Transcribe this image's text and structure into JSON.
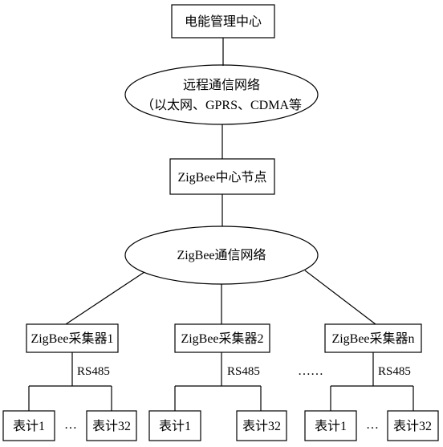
{
  "top": {
    "center_label": "电能管理中心"
  },
  "remote_network": {
    "line1": "远程通信网络",
    "line2": "（以太网、GPRS、CDMA等"
  },
  "zigbee_center": {
    "label": "ZigBee中心节点"
  },
  "zigbee_network": {
    "label": "ZigBee通信网络"
  },
  "collectors": [
    {
      "label": "ZigBee采集器1",
      "bus": "RS485",
      "meter_first": "表计1",
      "meter_last": "表计32",
      "ellipsis": "…"
    },
    {
      "label": "ZigBee采集器2",
      "bus": "RS485",
      "meter_first": "表计1",
      "meter_last": "表计32",
      "ellipsis": ""
    },
    {
      "label": "ZigBee采集器n",
      "bus": "RS485",
      "meter_first": "表计1",
      "meter_last": "表计32",
      "ellipsis": "…"
    }
  ],
  "between_collectors_ellipsis": "……"
}
